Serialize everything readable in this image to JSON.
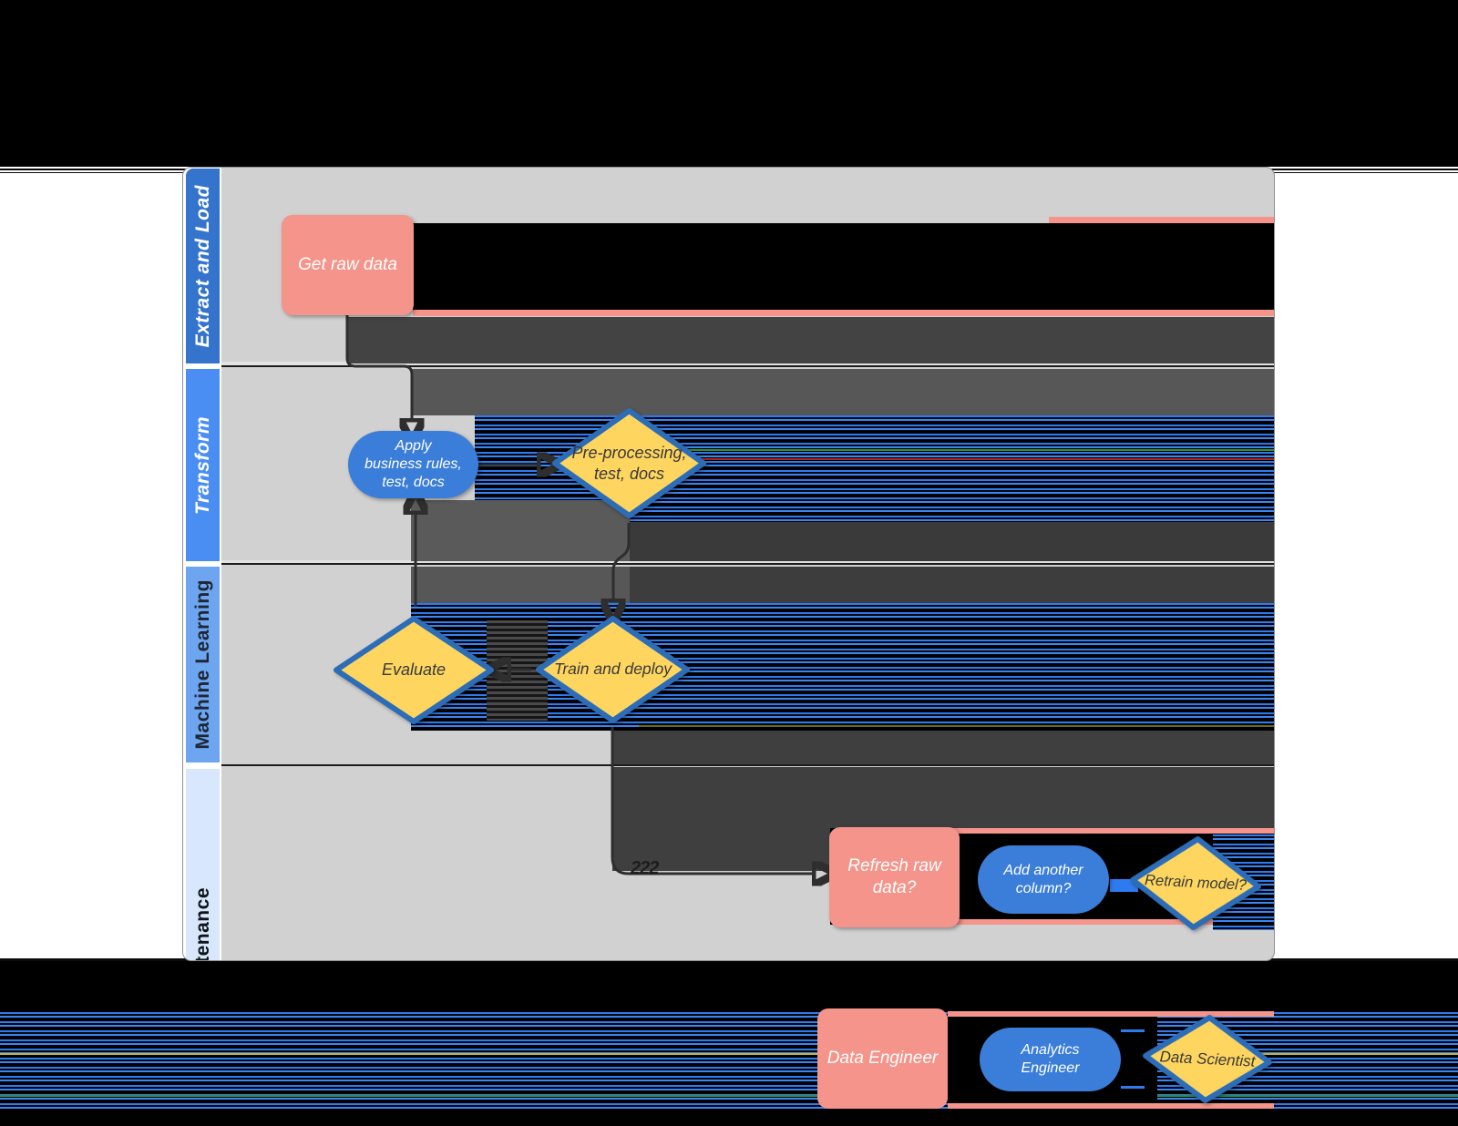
{
  "lanes": [
    {
      "id": "extract-and-load",
      "label": "Extract and Load",
      "bar_color": "#3574cd",
      "text_color": "#ffffff"
    },
    {
      "id": "transform",
      "label": "Transform",
      "bar_color": "#4b8ef3",
      "text_color": "#ffffff"
    },
    {
      "id": "machine-learning",
      "label": "Machine Learning",
      "bar_color": "#6ea5f0",
      "text_color": "#1e2633"
    },
    {
      "id": "maintenance",
      "label": "Maintenance",
      "bar_color": "#d8e7fb",
      "text_color": "#0f1419"
    }
  ],
  "nodes": {
    "get_raw_data": {
      "label": "Get raw data",
      "shape": "rectangle",
      "color": "#f4948a"
    },
    "apply_rules": {
      "label": "Apply business rules, test, docs",
      "shape": "terminator",
      "color": "#3b7ed9"
    },
    "preprocessing": {
      "label": "Pre-processing, test, docs",
      "shape": "decision",
      "color": "#fdd55f"
    },
    "evaluate": {
      "label": "Evaluate",
      "shape": "decision",
      "color": "#fdd55f"
    },
    "train_deploy": {
      "label": "Train and deploy",
      "shape": "decision",
      "color": "#fdd55f"
    },
    "refresh_raw_data": {
      "label": "Refresh raw data?",
      "shape": "rectangle",
      "color": "#f4948a"
    },
    "add_column": {
      "label": "Add another column?",
      "shape": "terminator",
      "color": "#3b7ed9"
    },
    "retrain_model": {
      "label": "Retrain model?",
      "shape": "decision",
      "color": "#fdd55f"
    }
  },
  "legend": {
    "items": [
      {
        "label": "Data Engineer",
        "shape": "rectangle",
        "color": "#f4948a"
      },
      {
        "label": "Analytics Engineer",
        "shape": "terminator",
        "color": "#3b7ed9"
      },
      {
        "label": "Data Scientist",
        "shape": "decision",
        "color": "#fdd55f"
      }
    ]
  },
  "glitch": {
    "connector_label": "222"
  },
  "colors": {
    "lane_background": "#d1d1d1",
    "stripe_blue": "#2e7bf0",
    "coral_smear": "#f4948a",
    "dark_band": "#3f3f3f",
    "glitch_black": "#000000",
    "diamond_border": "#2d6db8"
  }
}
